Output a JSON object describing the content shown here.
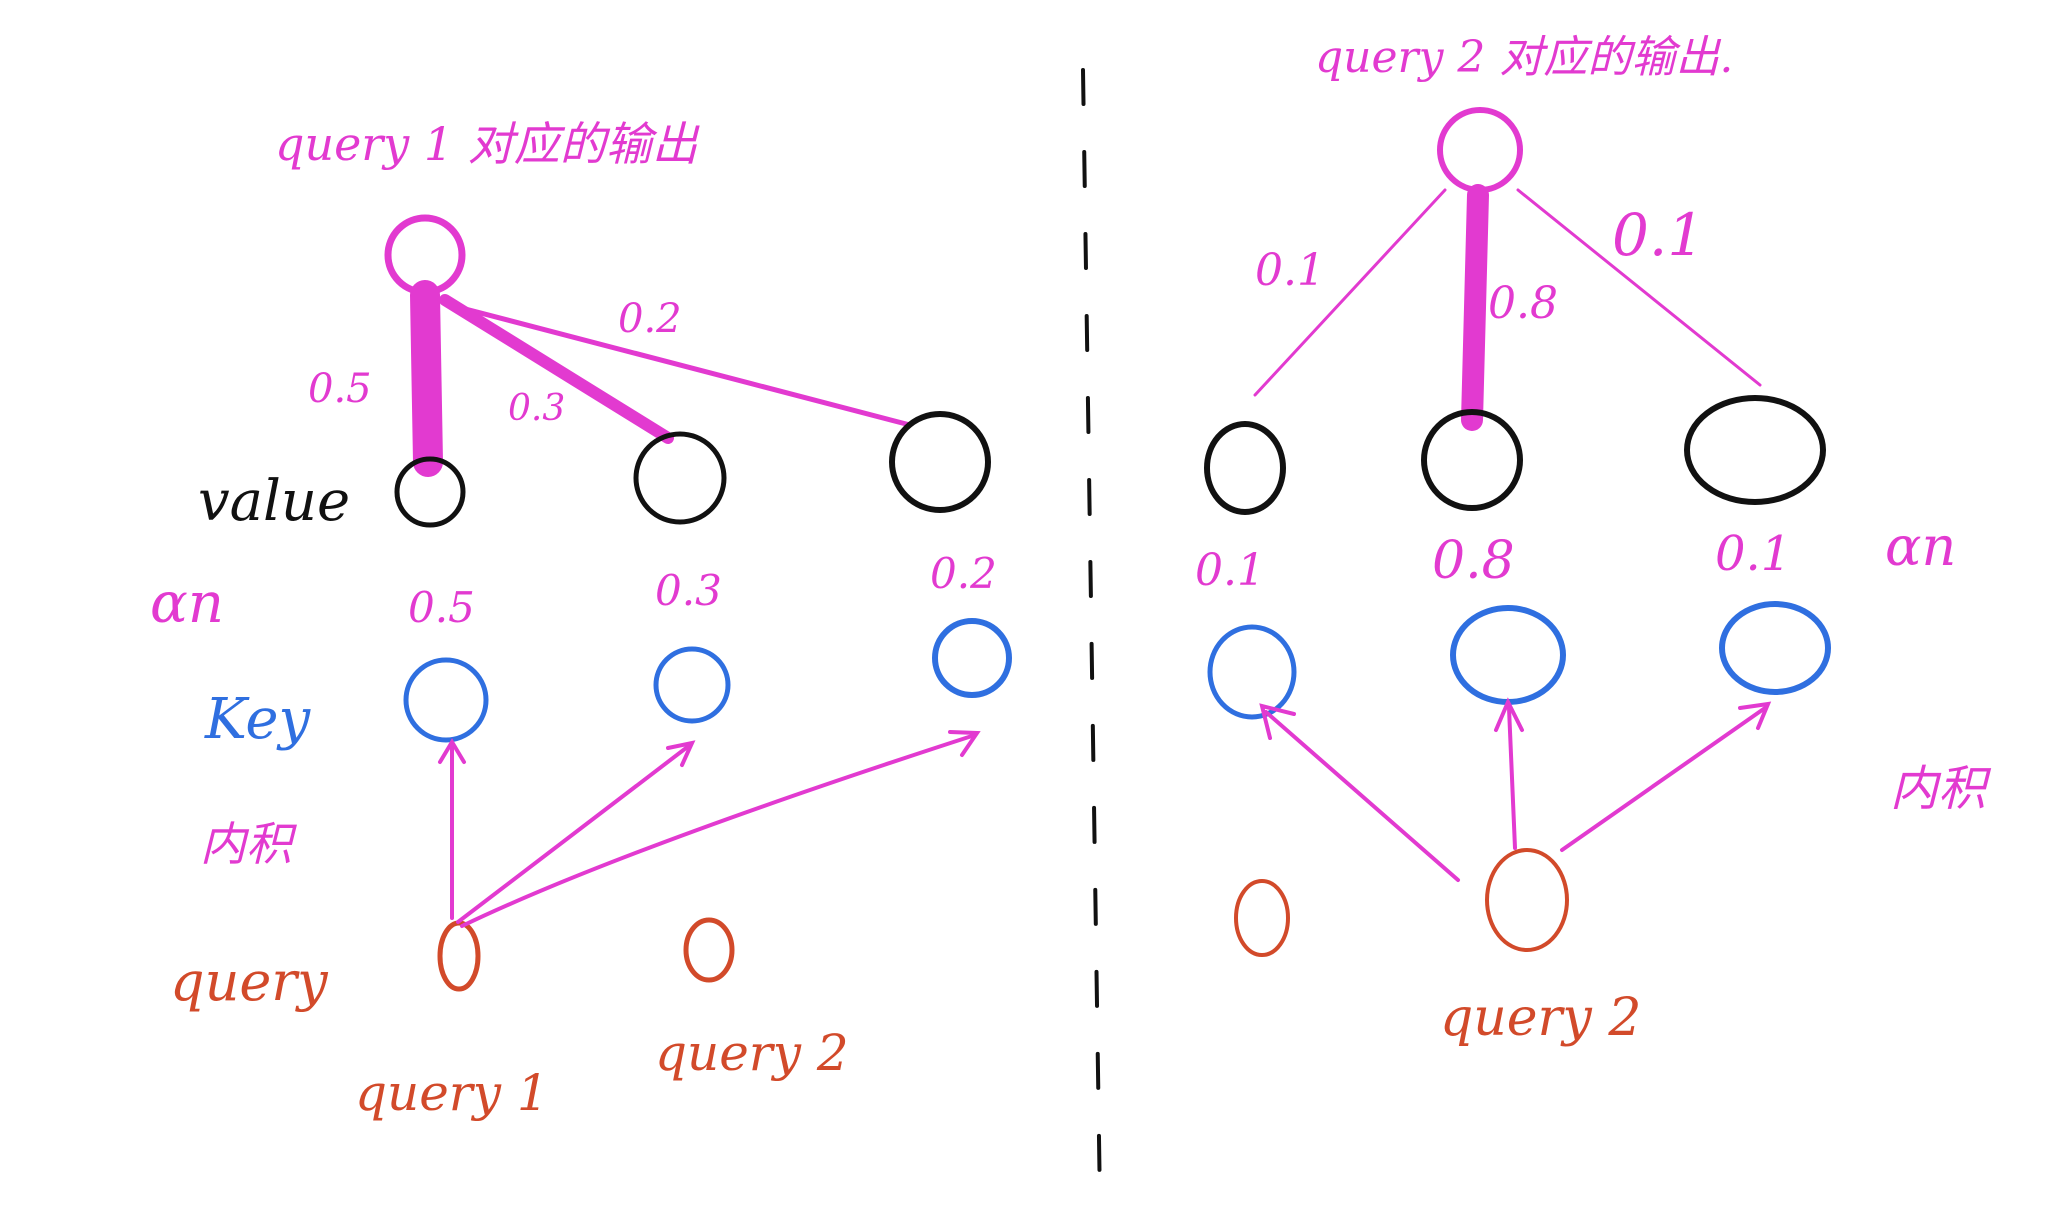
{
  "colors": {
    "attention": "#e23ad0",
    "value": "#111111",
    "key": "#2f6fe0",
    "query": "#d24a2a",
    "divider": "#111111"
  },
  "left": {
    "output_title": "query 1 对应的输出",
    "row_labels": {
      "value": "value",
      "alpha": "αn",
      "key": "Key",
      "inner_product": "内积",
      "query": "query"
    },
    "value_weights": [
      "0.5",
      "0.3",
      "0.2"
    ],
    "alpha_values": [
      "0.5",
      "0.3",
      "0.2"
    ],
    "query_names": [
      "query 1",
      "query 2"
    ]
  },
  "right": {
    "output_title": "query 2 对应的输出.",
    "value_weights": [
      "0.1",
      "0.8",
      "0.1"
    ],
    "alpha_values": [
      "0.1",
      "0.8",
      "0.1"
    ],
    "alpha_label": "αn",
    "inner_product": "内积",
    "query_name": "query 2"
  }
}
